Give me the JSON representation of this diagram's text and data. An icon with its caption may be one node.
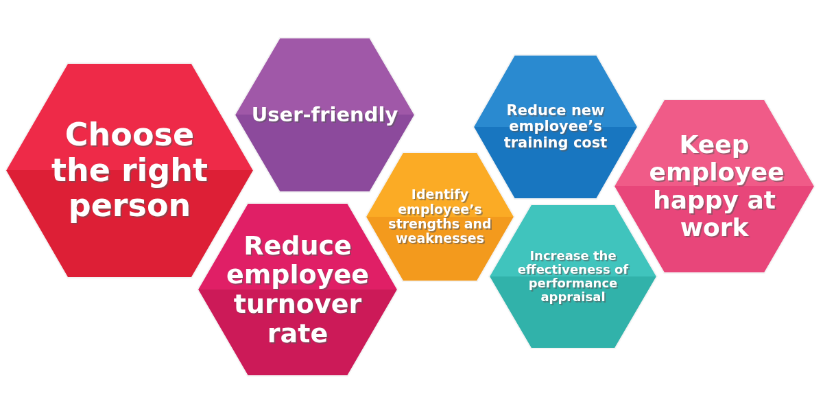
{
  "diagram": {
    "nodes": [
      {
        "text": [
          "Choose the right person"
        ]
      },
      {
        "text": [
          "User-friendly"
        ]
      },
      {
        "text": [
          "Reduce employee turnover rate"
        ]
      },
      {
        "text": [
          "Identify employee’s strengths and weaknesses"
        ]
      },
      {
        "text": [
          "Reduce new employee’s training cost"
        ]
      },
      {
        "text": [
          "Increase the effectiveness of performance appraisal"
        ]
      },
      {
        "text": [
          "Keep employee happy at work"
        ]
      }
    ]
  }
}
